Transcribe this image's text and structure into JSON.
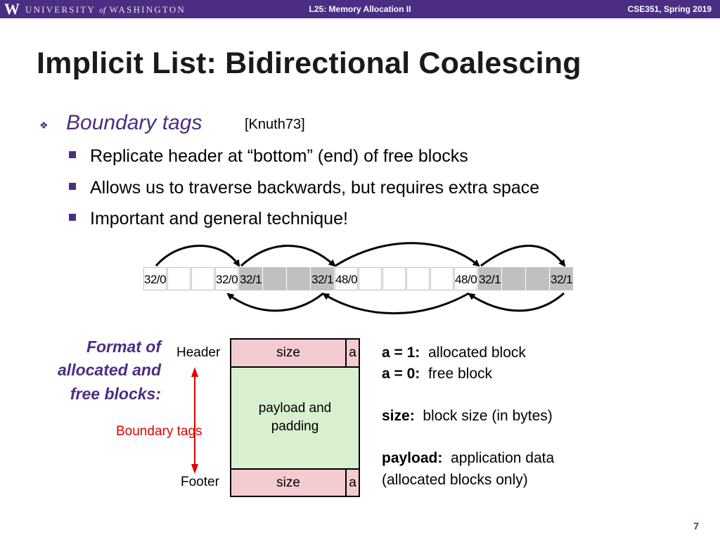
{
  "header": {
    "logo": "W",
    "university": "UNIVERSITY",
    "of": "of",
    "washington": "WASHINGTON",
    "lecture": "L25: Memory Allocation II",
    "course": "CSE351, Spring 2019"
  },
  "title": "Implicit List:  Bidirectional Coalescing",
  "bullet": {
    "heading": "Boundary tags",
    "ref": "[Knuth73]",
    "items": [
      "Replicate header at “bottom” (end) of free blocks",
      "Allows us to traverse backwards, but requires extra space",
      "Important and general technique!"
    ]
  },
  "heap_cells": [
    {
      "label": "32/0",
      "fill": "white"
    },
    {
      "label": "",
      "fill": "white"
    },
    {
      "label": "",
      "fill": "white"
    },
    {
      "label": "32/0",
      "fill": "white"
    },
    {
      "label": "32/1",
      "fill": "gray"
    },
    {
      "label": "",
      "fill": "gray"
    },
    {
      "label": "",
      "fill": "gray"
    },
    {
      "label": "32/1",
      "fill": "gray"
    },
    {
      "label": "48/0",
      "fill": "white"
    },
    {
      "label": "",
      "fill": "white"
    },
    {
      "label": "",
      "fill": "white"
    },
    {
      "label": "",
      "fill": "white"
    },
    {
      "label": "",
      "fill": "white"
    },
    {
      "label": "48/0",
      "fill": "white"
    },
    {
      "label": "32/1",
      "fill": "gray"
    },
    {
      "label": "",
      "fill": "gray"
    },
    {
      "label": "",
      "fill": "gray"
    },
    {
      "label": "32/1",
      "fill": "gray"
    }
  ],
  "format": {
    "caption_lines": [
      "Format of",
      "allocated and",
      "free blocks:"
    ],
    "header_label": "Header",
    "footer_label": "Footer",
    "boundary_tags": "Boundary tags",
    "size": "size",
    "a": "a",
    "payload_line1": "payload and",
    "payload_line2": "padding"
  },
  "definitions": [
    {
      "term": "a = 1:",
      "desc": "allocated block"
    },
    {
      "term": "a = 0:",
      "desc": "free block"
    },
    {
      "term": "size:",
      "desc": "block size (in bytes)"
    },
    {
      "term": "payload:",
      "desc": "application data"
    },
    {
      "term": "",
      "desc": "(allocated blocks only)"
    }
  ],
  "page_number": "7",
  "colors": {
    "accent": "#4b2e83",
    "boundary_red": "#e00000",
    "tag_pink": "#f3cbd0",
    "payload_green": "#d8f0d0",
    "allocated_gray": "#c0c0c0"
  }
}
